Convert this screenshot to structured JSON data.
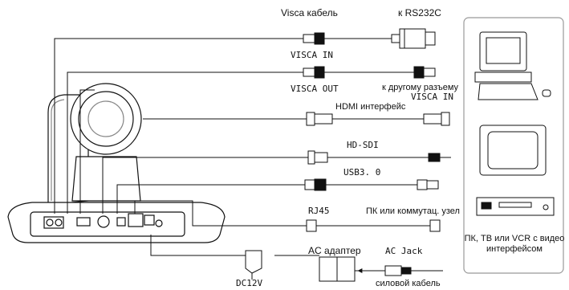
{
  "labels": {
    "visca_cable": "Visca кабель",
    "to_rs232c": "к RS232C",
    "visca_in": "VISCA IN",
    "visca_out": "VISCA OUT",
    "to_other_connector_line1": "к другому разъему",
    "to_other_connector_line2": "VISCA IN",
    "hdmi_interface": "HDMI интерфейс",
    "hd_sdi": "HD-SDI",
    "usb3": "USB3. 0",
    "rj45": "RJ45",
    "pc_switch_node": "ПК или коммутац. узел",
    "ac_adapter": "AC адаптер",
    "ac_jack": "AC Jack",
    "dc12v": "DC12V",
    "power_cable": "силовой кабель"
  },
  "devices": {
    "caption": "ПК, ТВ или VCR с видео интерфейсом"
  }
}
